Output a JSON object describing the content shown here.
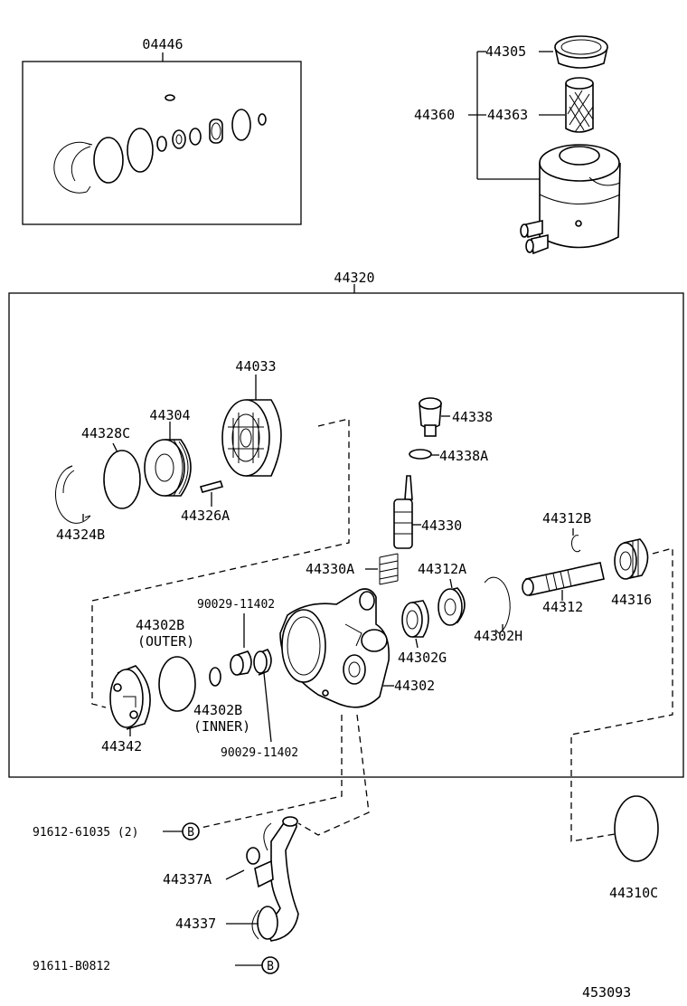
{
  "labels": {
    "kit": "04446",
    "cap": "44305",
    "reservoir": "44360",
    "strainer": "44363",
    "pump_assy": "44320",
    "rotor_set": "44033",
    "plate": "44304",
    "oring_c": "44328C",
    "snap_ring": "44324B",
    "pin": "44326A",
    "union": "44338",
    "union_gasket": "44338A",
    "valve": "44330",
    "spring": "44330A",
    "shaft_ring": "44312B",
    "bearing": "44312A",
    "shaft": "44312",
    "pulley_nut": "44316",
    "bolt_a": "90029-11402",
    "oring_outer_1": "44302B",
    "oring_outer_2": "(OUTER)",
    "housing": "44302",
    "seal_g": "44302G",
    "ring_h": "44302H",
    "oring_inner_1": "44302B",
    "oring_inner_2": "(INNER)",
    "bolt_b": "90029-11402",
    "cover": "44342",
    "bolt_top": "91612-61035 (2)",
    "ref_b": "B",
    "gasket_pipe": "44337A",
    "pipe": "44337",
    "bolt_bottom": "91611-B0812",
    "oring_c2": "44310C",
    "diagram_no": "453093"
  }
}
